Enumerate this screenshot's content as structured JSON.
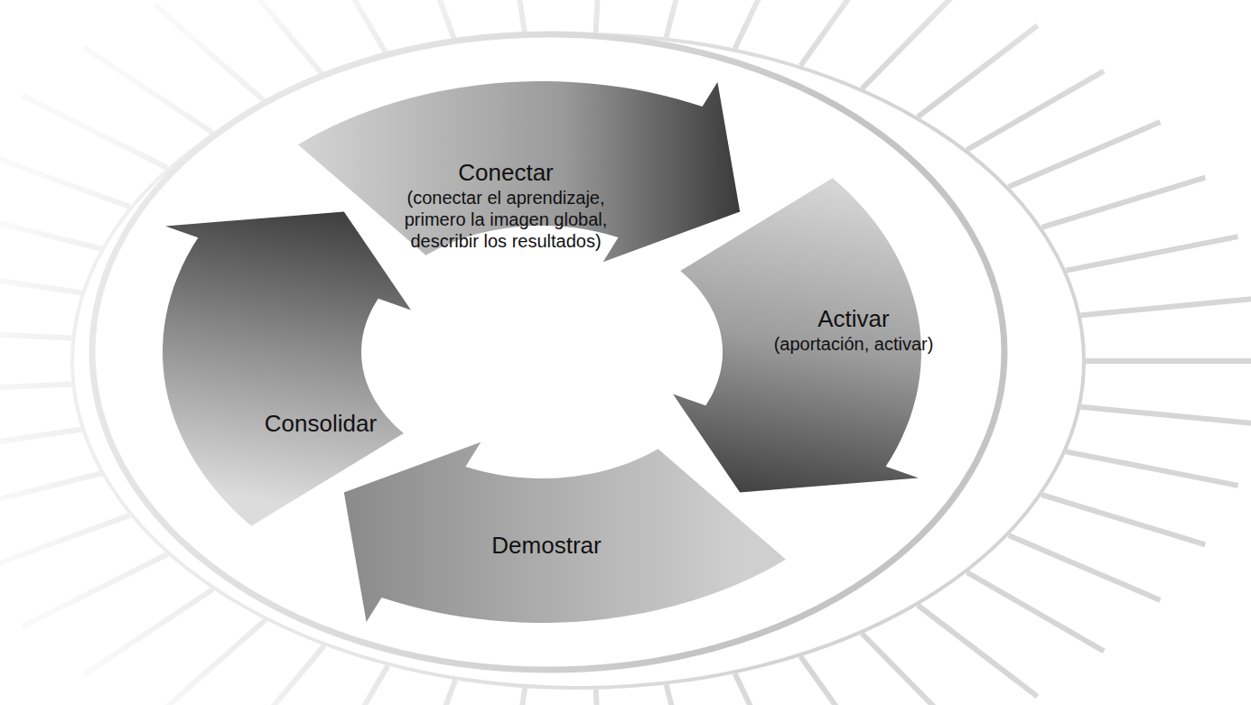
{
  "diagram": {
    "nodes": [
      {
        "text": [
          "Conectar",
          "(conectar el aprendizaje, primero la imagen global, describir los resultados)"
        ]
      },
      {
        "text": [
          "Activar",
          "(aportación, activar)"
        ]
      },
      {
        "text": [
          "Demostrar"
        ]
      },
      {
        "text": [
          "Consolidar"
        ]
      }
    ]
  }
}
